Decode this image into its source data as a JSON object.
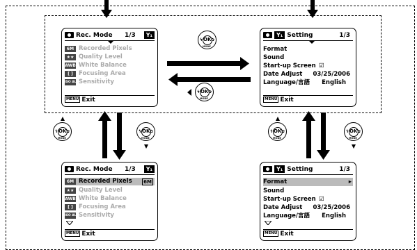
{
  "rec_mode_screen_top": {
    "title": "Rec. Mode",
    "page": "1/3",
    "items": [
      {
        "icon": "6M",
        "label": "Recorded Pixels"
      },
      {
        "icon": "★★",
        "label": "Quality Level"
      },
      {
        "icon": "AWB",
        "label": "White Balance"
      },
      {
        "icon": "[ ]",
        "label": "Focusing Area"
      },
      {
        "icon": "ISO AUTO",
        "label": "Sensitivity"
      }
    ],
    "footer": "Exit"
  },
  "rec_mode_screen_bottom": {
    "title": "Rec. Mode",
    "page": "1/3",
    "items": [
      {
        "icon": "6M",
        "label": "Recorded Pixels",
        "value": "6M"
      },
      {
        "icon": "★★",
        "label": "Quality Level"
      },
      {
        "icon": "AWB",
        "label": "White Balance"
      },
      {
        "icon": "[ ]",
        "label": "Focusing Area"
      },
      {
        "icon": "ISO AUTO",
        "label": "Sensitivity"
      }
    ],
    "footer": "Exit"
  },
  "setting_screen_top": {
    "title": "Setting",
    "page": "1/3",
    "items": [
      {
        "label": "Format",
        "value": ""
      },
      {
        "label": "Sound",
        "value": ""
      },
      {
        "label": "Start-up Screen",
        "value": "☑"
      },
      {
        "label": "Date Adjust",
        "value": "03/25/2006"
      },
      {
        "label": "Language/言語",
        "value": "English"
      }
    ],
    "footer": "Exit"
  },
  "setting_screen_bottom": {
    "title": "Setting",
    "page": "1/3",
    "items": [
      {
        "label": "Format",
        "value": ""
      },
      {
        "label": "Sound",
        "value": ""
      },
      {
        "label": "Start-up Screen",
        "value": "☑"
      },
      {
        "label": "Date Adjust",
        "value": "03/25/2006"
      },
      {
        "label": "Language/言語",
        "value": "English"
      }
    ],
    "footer": "Exit"
  },
  "button_labels": {
    "ok": "OK",
    "mode": "MODE",
    "menu_key": "MENU"
  }
}
